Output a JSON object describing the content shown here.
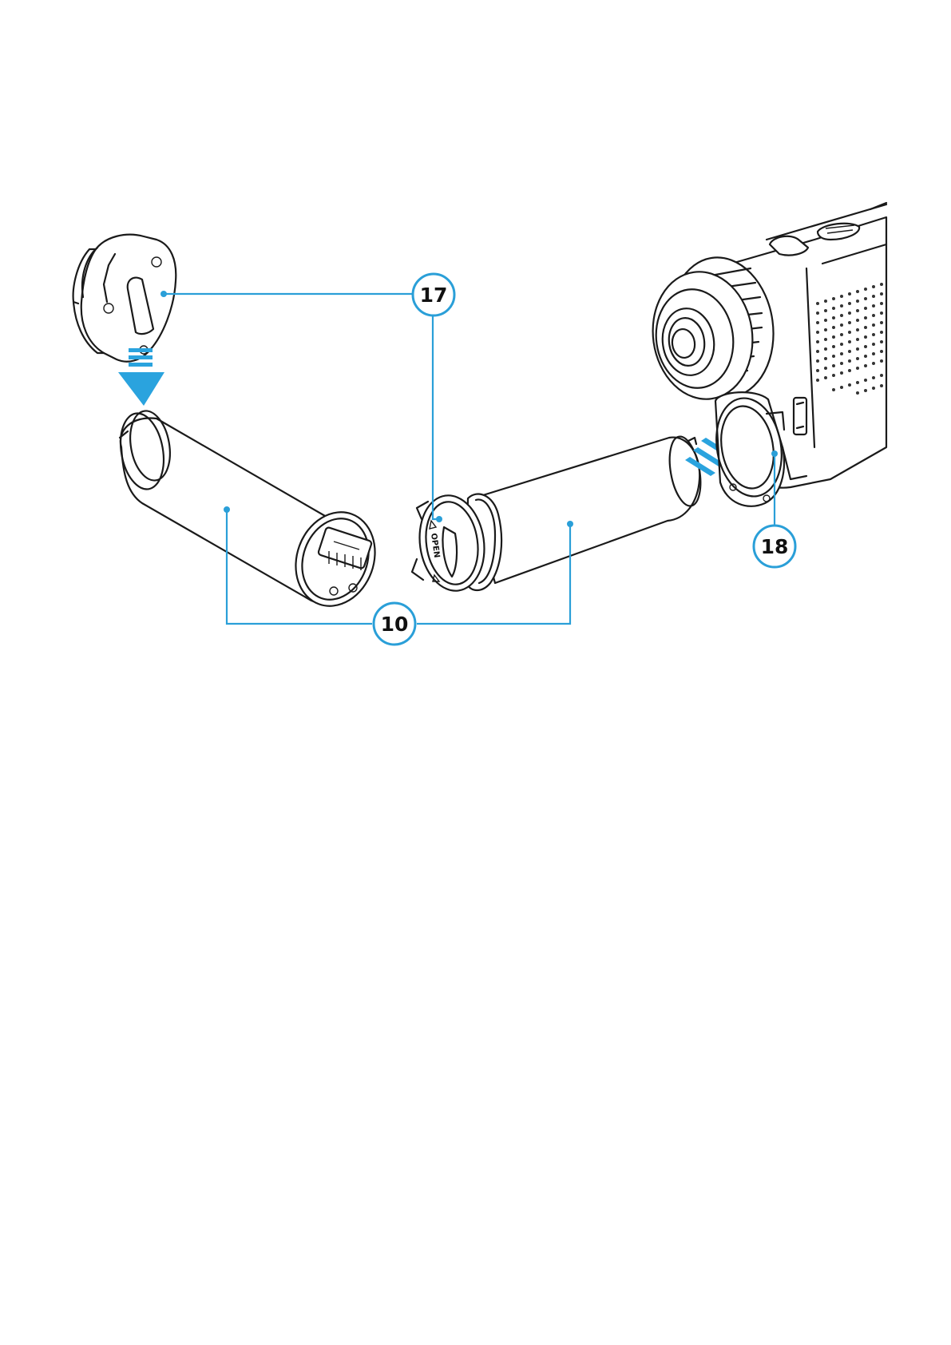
{
  "callouts": [
    {
      "id": "callout-17",
      "label": "17"
    },
    {
      "id": "callout-18",
      "label": "18"
    },
    {
      "id": "callout-10",
      "label": "10"
    }
  ],
  "cap_engraving": "OPEN",
  "colors": {
    "accent": "#2a9fd8",
    "line_art": "#1a1a1a",
    "background": "#ffffff"
  },
  "icons": [
    "down-arrow-icon",
    "right-arrow-icon"
  ]
}
